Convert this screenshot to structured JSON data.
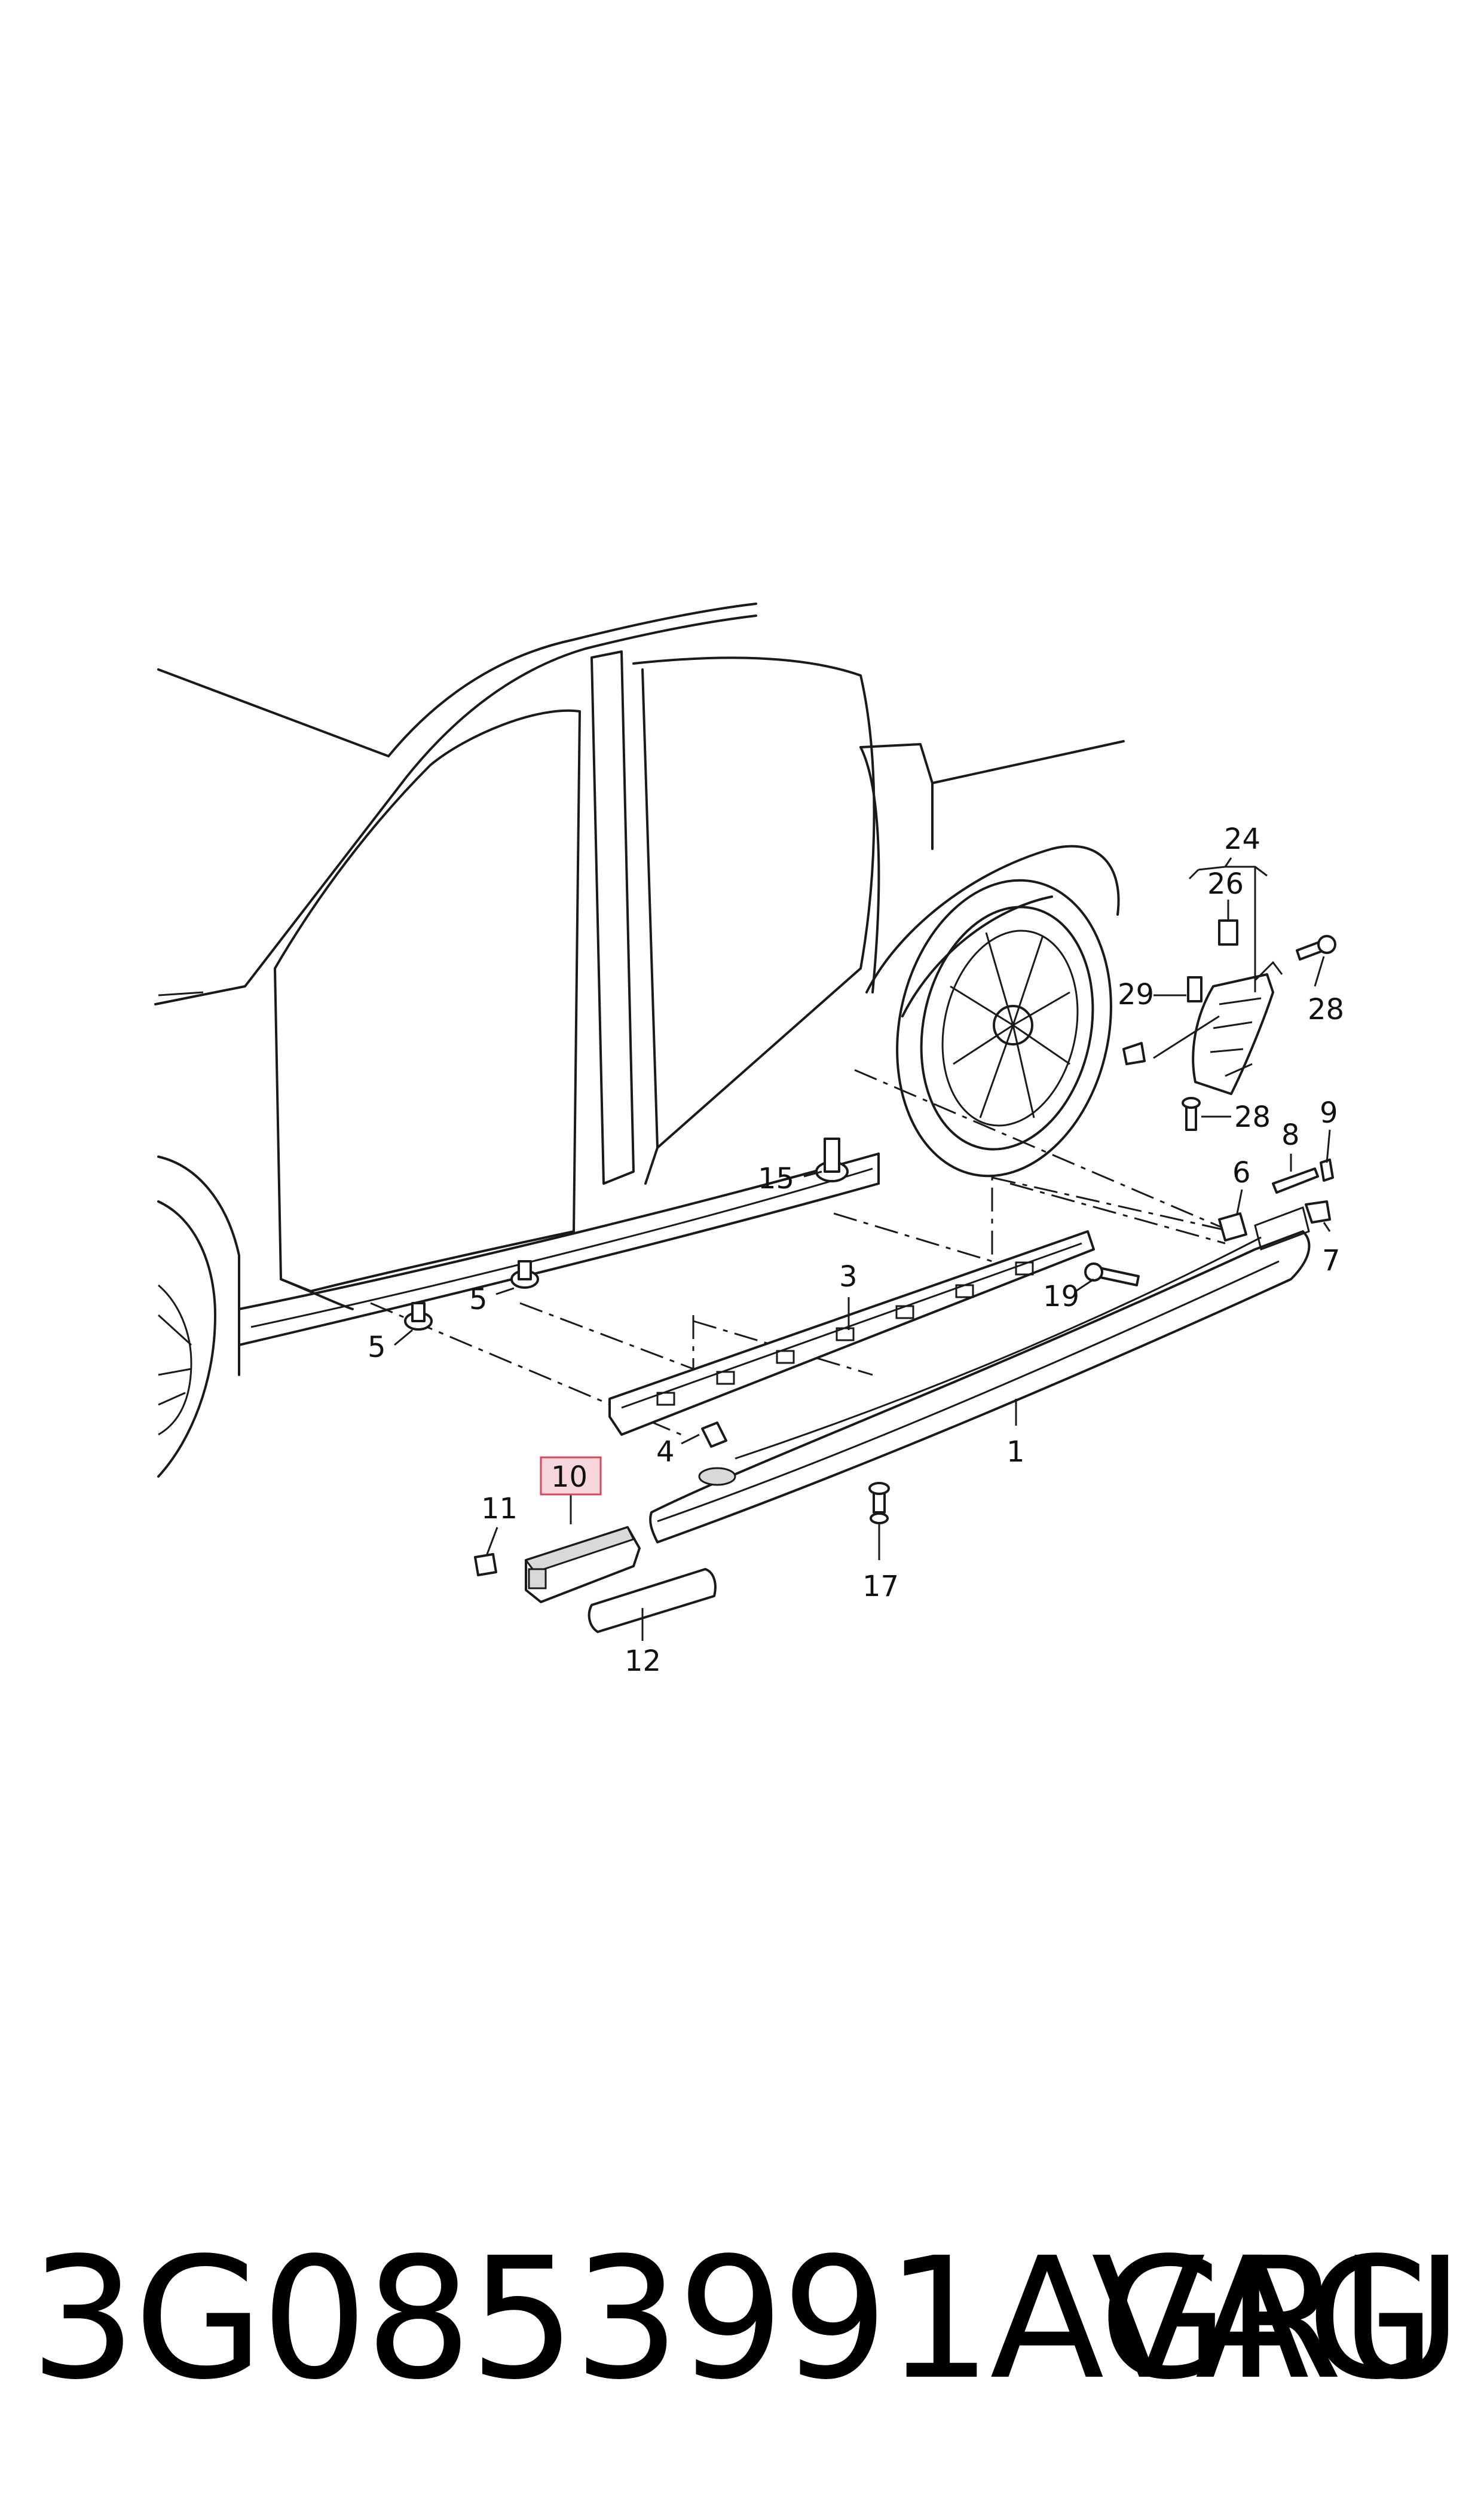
{
  "callouts": {
    "c1": "1",
    "c3": "3",
    "c4": "4",
    "c5a": "5",
    "c5b": "5",
    "c6": "6",
    "c7": "7",
    "c8": "8",
    "c9": "9",
    "c10": "10",
    "c11": "11",
    "c12": "12",
    "c15": "15",
    "c17": "17",
    "c19": "19",
    "c24": "24",
    "c26": "26",
    "c28a": "28",
    "c28b": "28",
    "c29": "29"
  },
  "footer": {
    "part_number": "3G0853991AGRU",
    "brand": "VAG"
  },
  "colors": {
    "highlight_fill": "#f7d6dc",
    "highlight_stroke": "#d9465e",
    "line": "#1a1a1a"
  }
}
